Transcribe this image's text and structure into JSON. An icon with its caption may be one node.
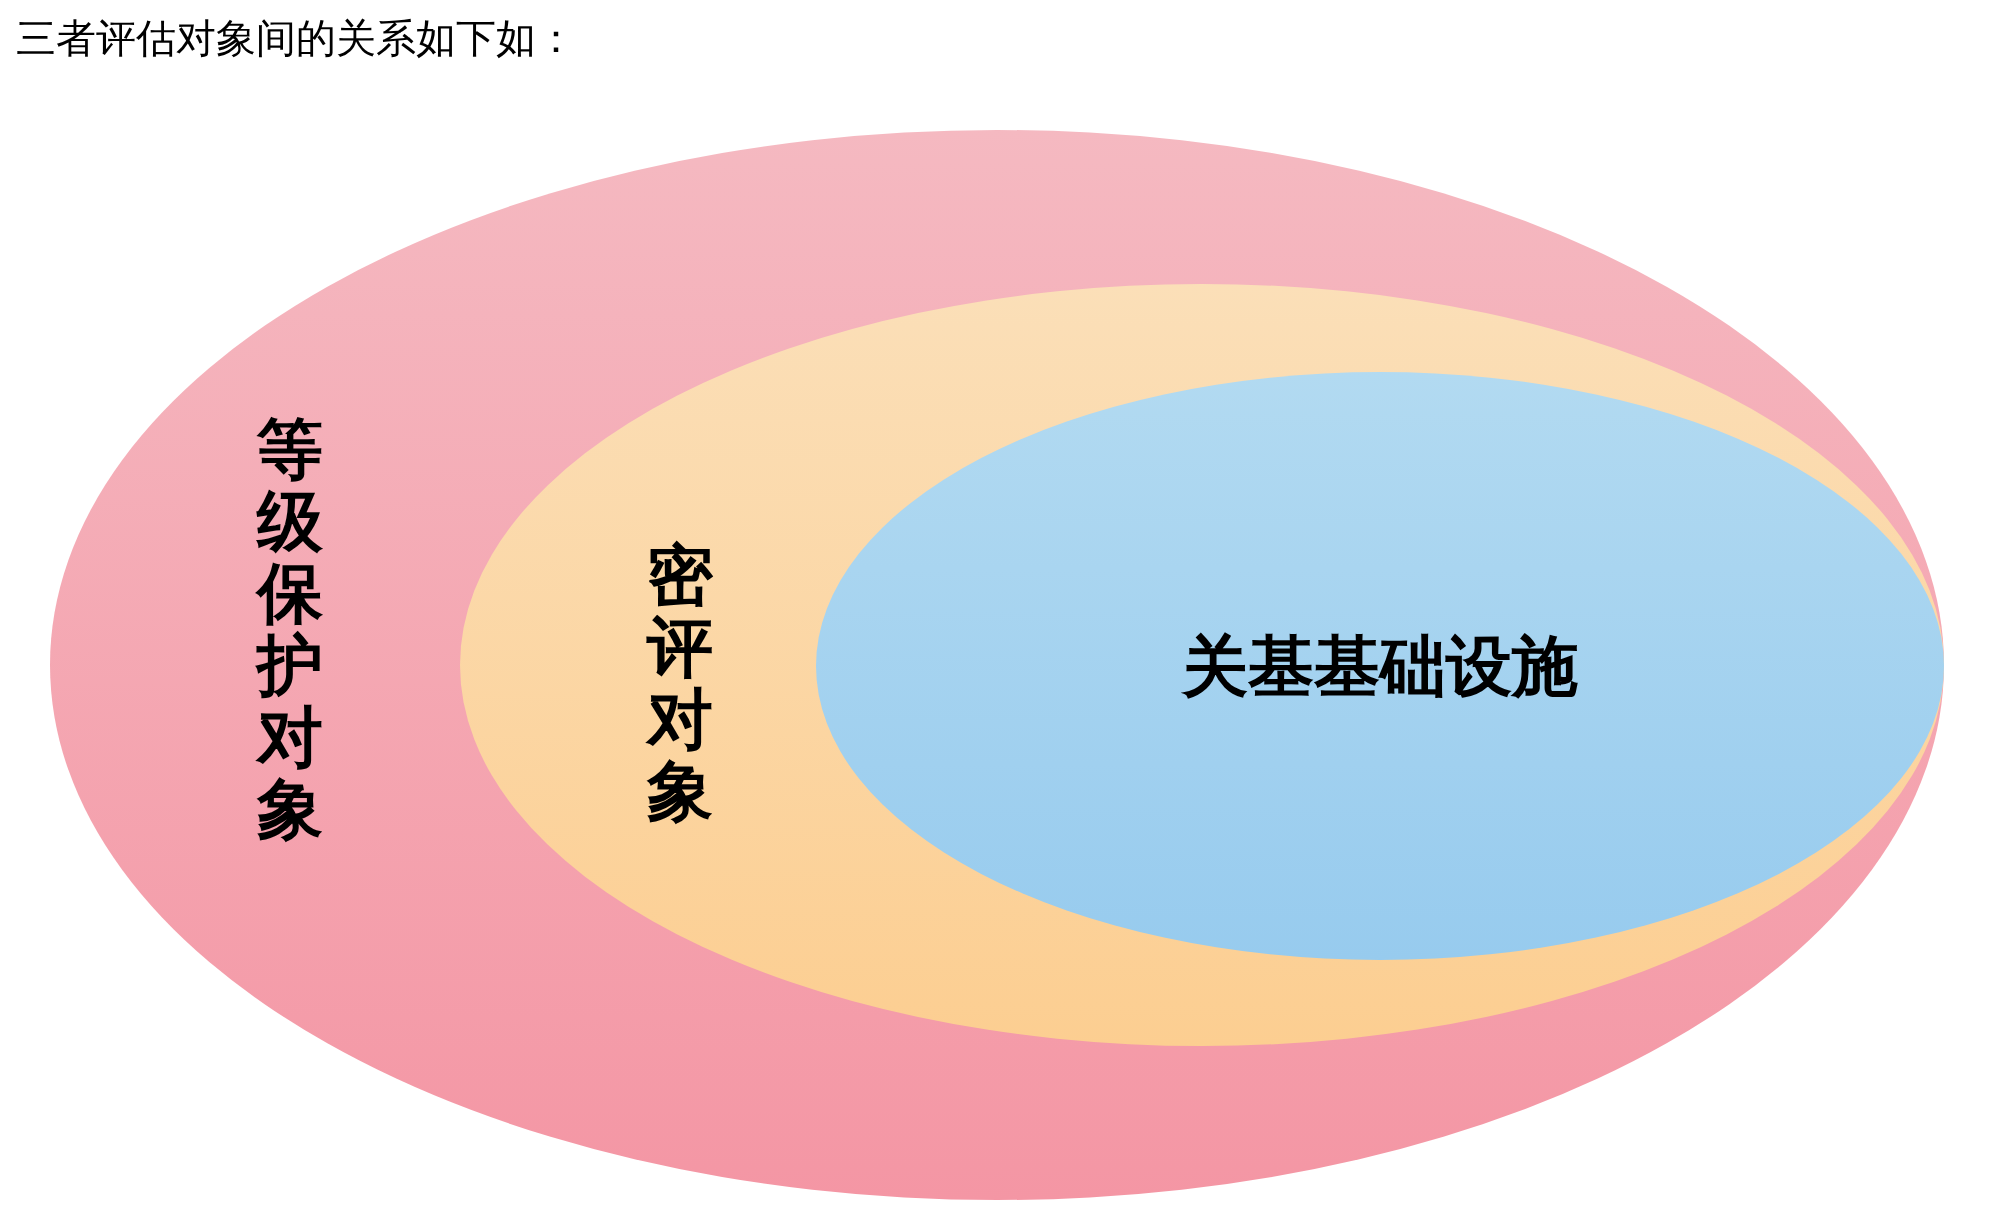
{
  "diagram": {
    "title": "三者评估对象间的关系如下如：",
    "nodes": [
      {
        "text": [
          "等级保护对象"
        ]
      },
      {
        "text": [
          "密评对象"
        ],
        "in": 0
      },
      {
        "text": [
          "关基基础设施"
        ],
        "in": 1
      }
    ]
  }
}
